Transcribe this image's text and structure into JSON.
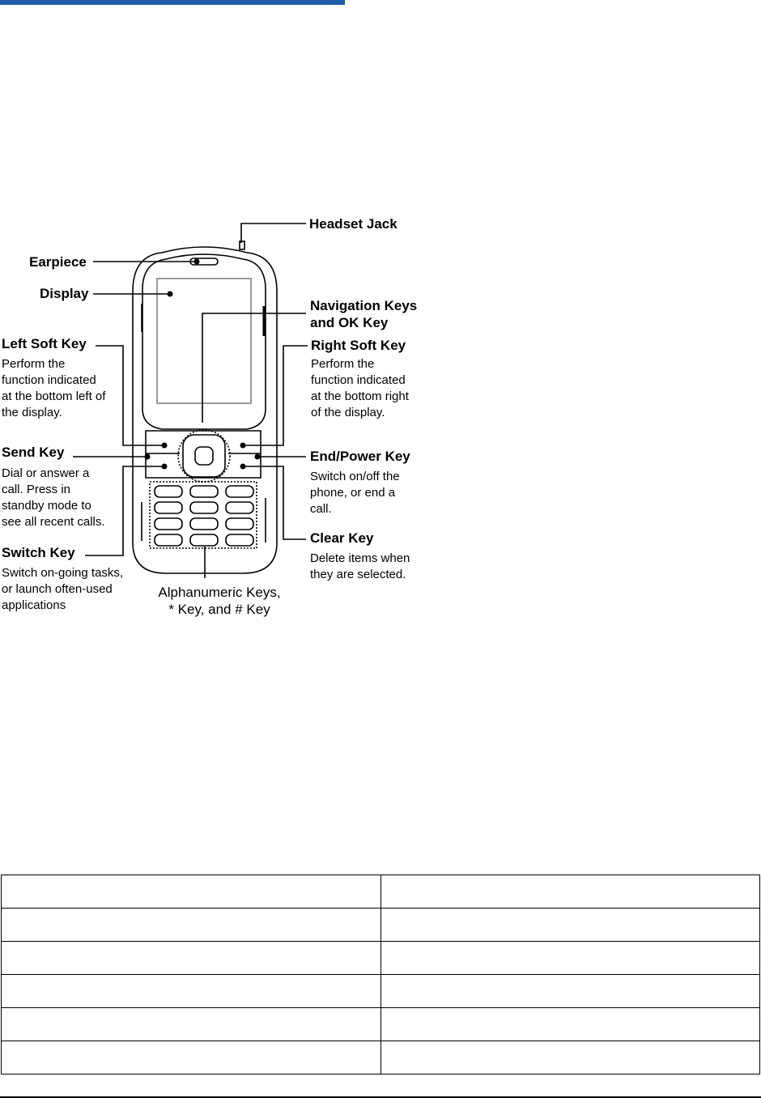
{
  "header": {
    "accent_color": "#1f5fa8"
  },
  "diagram": {
    "labels": {
      "headset_jack": "Headset Jack",
      "earpiece": "Earpiece",
      "display": "Display",
      "navigation_keys": "Navigation Keys\nand OK Key",
      "left_soft_key": "Left Soft Key",
      "left_soft_key_desc": "Perform the\nfunction indicated\nat the bottom left of\nthe display.",
      "right_soft_key": "Right Soft Key",
      "right_soft_key_desc": "Perform the\nfunction indicated\nat the bottom right\nof the display.",
      "send_key": "Send Key",
      "send_key_desc": "Dial or answer a\ncall. Press in\nstandby mode to\nsee all recent calls.",
      "end_power_key": "End/Power Key",
      "end_power_key_desc": "Switch on/off the\nphone, or end a\ncall.",
      "switch_key": "Switch Key",
      "switch_key_desc": "Switch on-going tasks,\nor launch often-used\napplications",
      "clear_key": "Clear Key",
      "clear_key_desc": "Delete items when\nthey are selected.",
      "alphanumeric_keys": "Alphanumeric Keys,\n* Key, and # Key"
    }
  },
  "table": {
    "rows": [
      [
        "",
        ""
      ],
      [
        "",
        ""
      ],
      [
        "",
        ""
      ],
      [
        "",
        ""
      ],
      [
        "",
        ""
      ],
      [
        "",
        ""
      ]
    ]
  }
}
